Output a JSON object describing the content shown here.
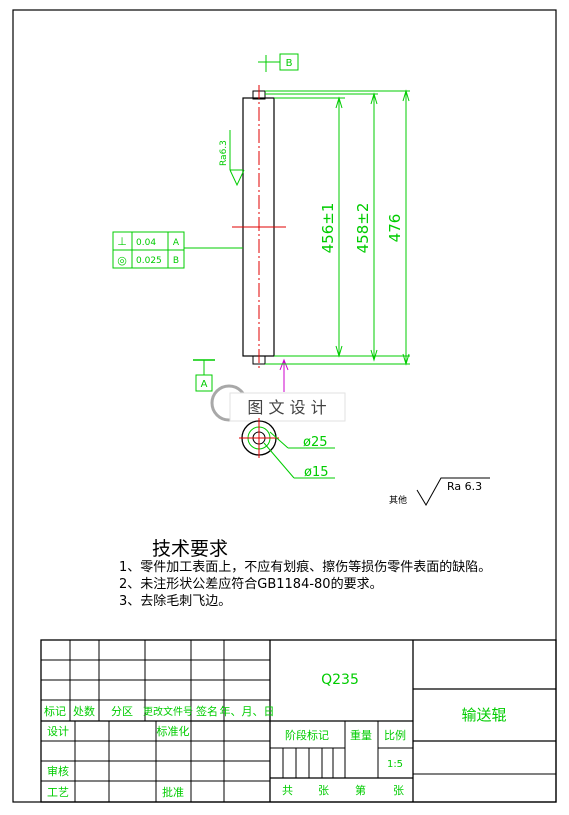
{
  "drawing": {
    "datum_b": "B",
    "datum_a": "A",
    "roughness_part": "Ra6.3",
    "gdt": [
      {
        "symbol": "⊥",
        "value": "0.04",
        "datum": "A"
      },
      {
        "symbol": "◎",
        "value": "0.025",
        "datum": "B"
      }
    ],
    "dim_456": "456±1",
    "dim_458": "458±2",
    "dim_476": "476",
    "dia_outer": "ø25",
    "dia_inner": "ø15",
    "other_label": "其他",
    "other_ra": "Ra  6.3",
    "watermark": "图 文 设 计",
    "colors": {
      "green": "#00cc00",
      "red": "#e00000",
      "magenta": "#cc00cc",
      "black": "#000000"
    }
  },
  "notes": {
    "title": "技术要求",
    "items": [
      "1、零件加工表面上，不应有划痕、擦伤等损伤零件表面的缺陷。",
      "2、未注形状公差应符合GB1184-80的要求。",
      "3、去除毛刺飞边。"
    ]
  },
  "title_block": {
    "material": "Q235",
    "part_name": "输送辊",
    "rev_headers": [
      "标记",
      "处数",
      "分区",
      "更改文件号",
      "签名",
      "年、月、日"
    ],
    "design": "设计",
    "standardize": "标准化",
    "review": "审核",
    "process": "工艺",
    "approve": "批准",
    "stage_mark": "阶段标记",
    "weight": "重量",
    "scale": "比例",
    "scale_value": "1:5",
    "total_label": "共",
    "sheets_label": "张",
    "sheet_no_label": "第",
    "sheet_label": "张"
  }
}
